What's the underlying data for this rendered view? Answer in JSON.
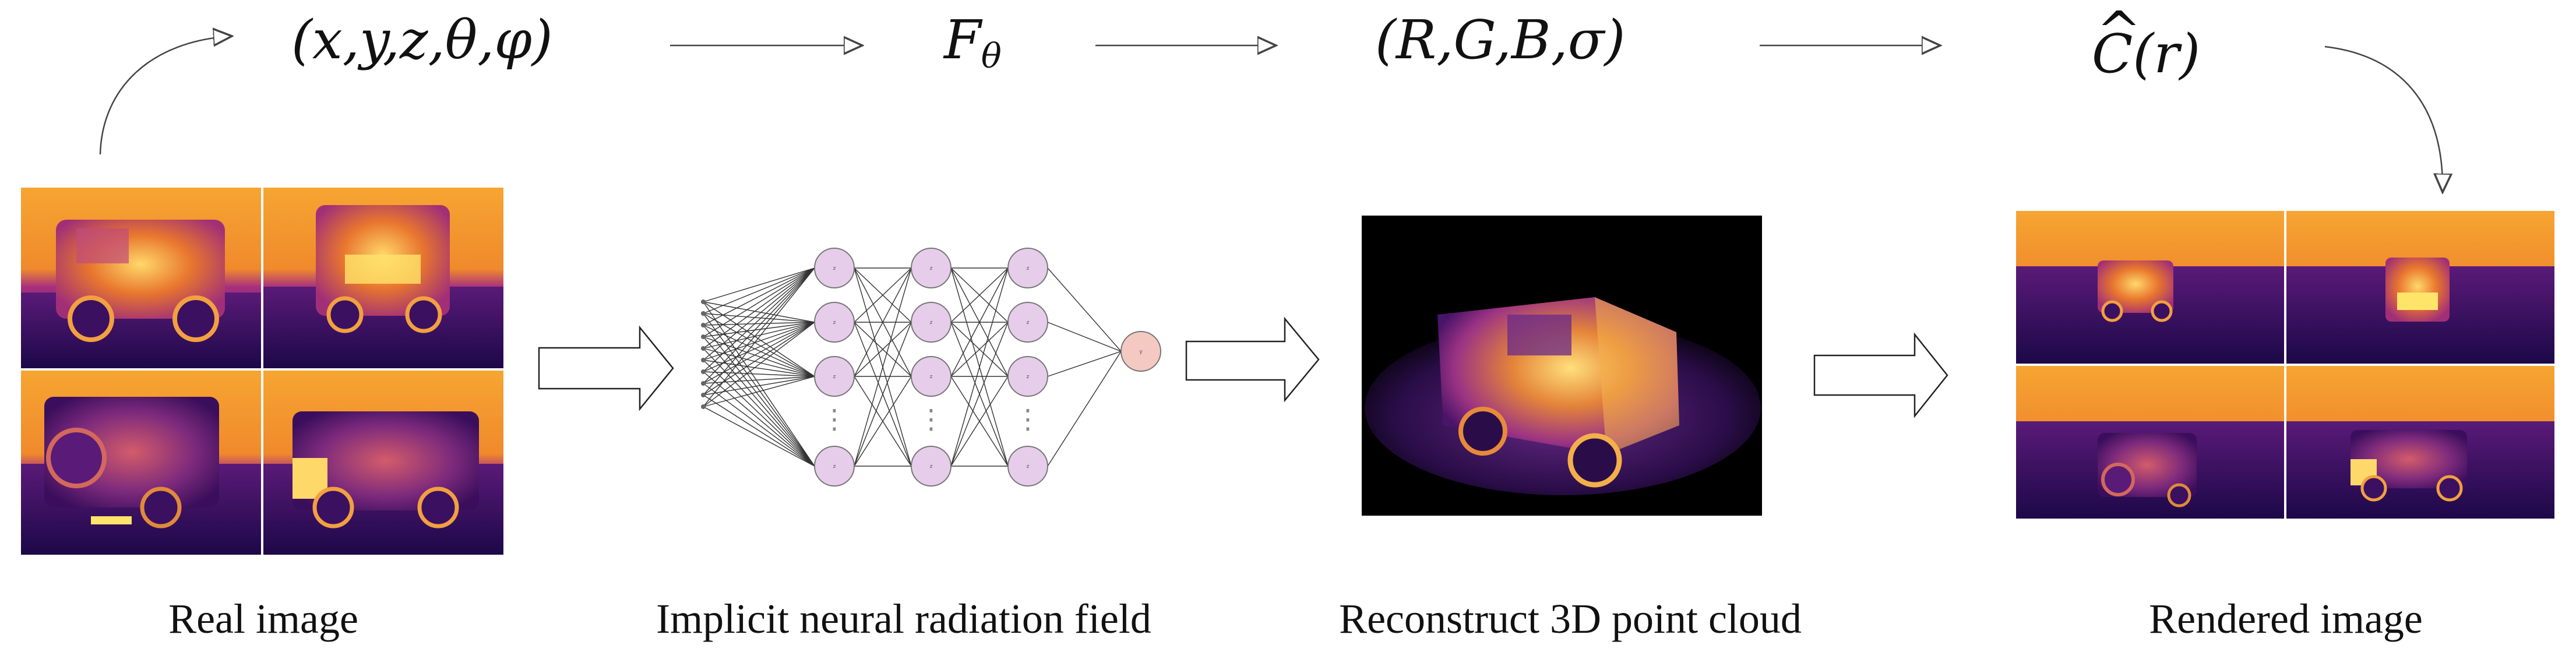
{
  "formulas": {
    "input": "(x,y,z,θ,φ)",
    "network": "F",
    "network_sub": "θ",
    "output": "(R,G,B,σ)",
    "render_fn": "C(r)",
    "render_hat": "^"
  },
  "captions": {
    "real_image": "Real image",
    "nerf": "Implicit neural radiation field",
    "point_cloud": "Reconstruct 3D point cloud",
    "rendered": "Rendered image"
  },
  "network": {
    "input_nodes": 10,
    "hidden_layers": 3,
    "hidden_nodes_visible": 4,
    "ellipsis": "⋮",
    "node_label_hidden": "z",
    "node_label_output": "y"
  },
  "colors": {
    "hidden_node_fill": "#e6cdea",
    "output_node_fill": "#f3c9c2",
    "thermal_dark": "#2a0a5a",
    "thermal_mid": "#b83a88",
    "thermal_hot": "#f39a2a",
    "thermal_bright": "#ffe46a"
  }
}
